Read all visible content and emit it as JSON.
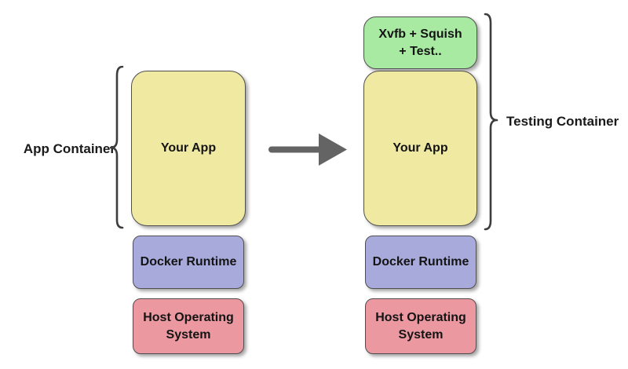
{
  "colors": {
    "app_yellow": "#F0E9A1",
    "test_green": "#A8EAA2",
    "runtime_purple": "#A8AADB",
    "os_pink": "#EB98A1",
    "arrow_gray": "#646464",
    "brace_dark": "#3d3d3d",
    "border_dark": "#4f4f4f"
  },
  "left_group": {
    "brace_label": "App Container",
    "app_box": "Your App",
    "runtime_box": "Docker Runtime",
    "os_box": "Host Operating System"
  },
  "right_group": {
    "brace_label": "Testing Container",
    "test_box": "Xvfb + Squish\n+ Test..",
    "app_box": "Your App",
    "runtime_box": "Docker Runtime",
    "os_box": "Host Operating System"
  }
}
